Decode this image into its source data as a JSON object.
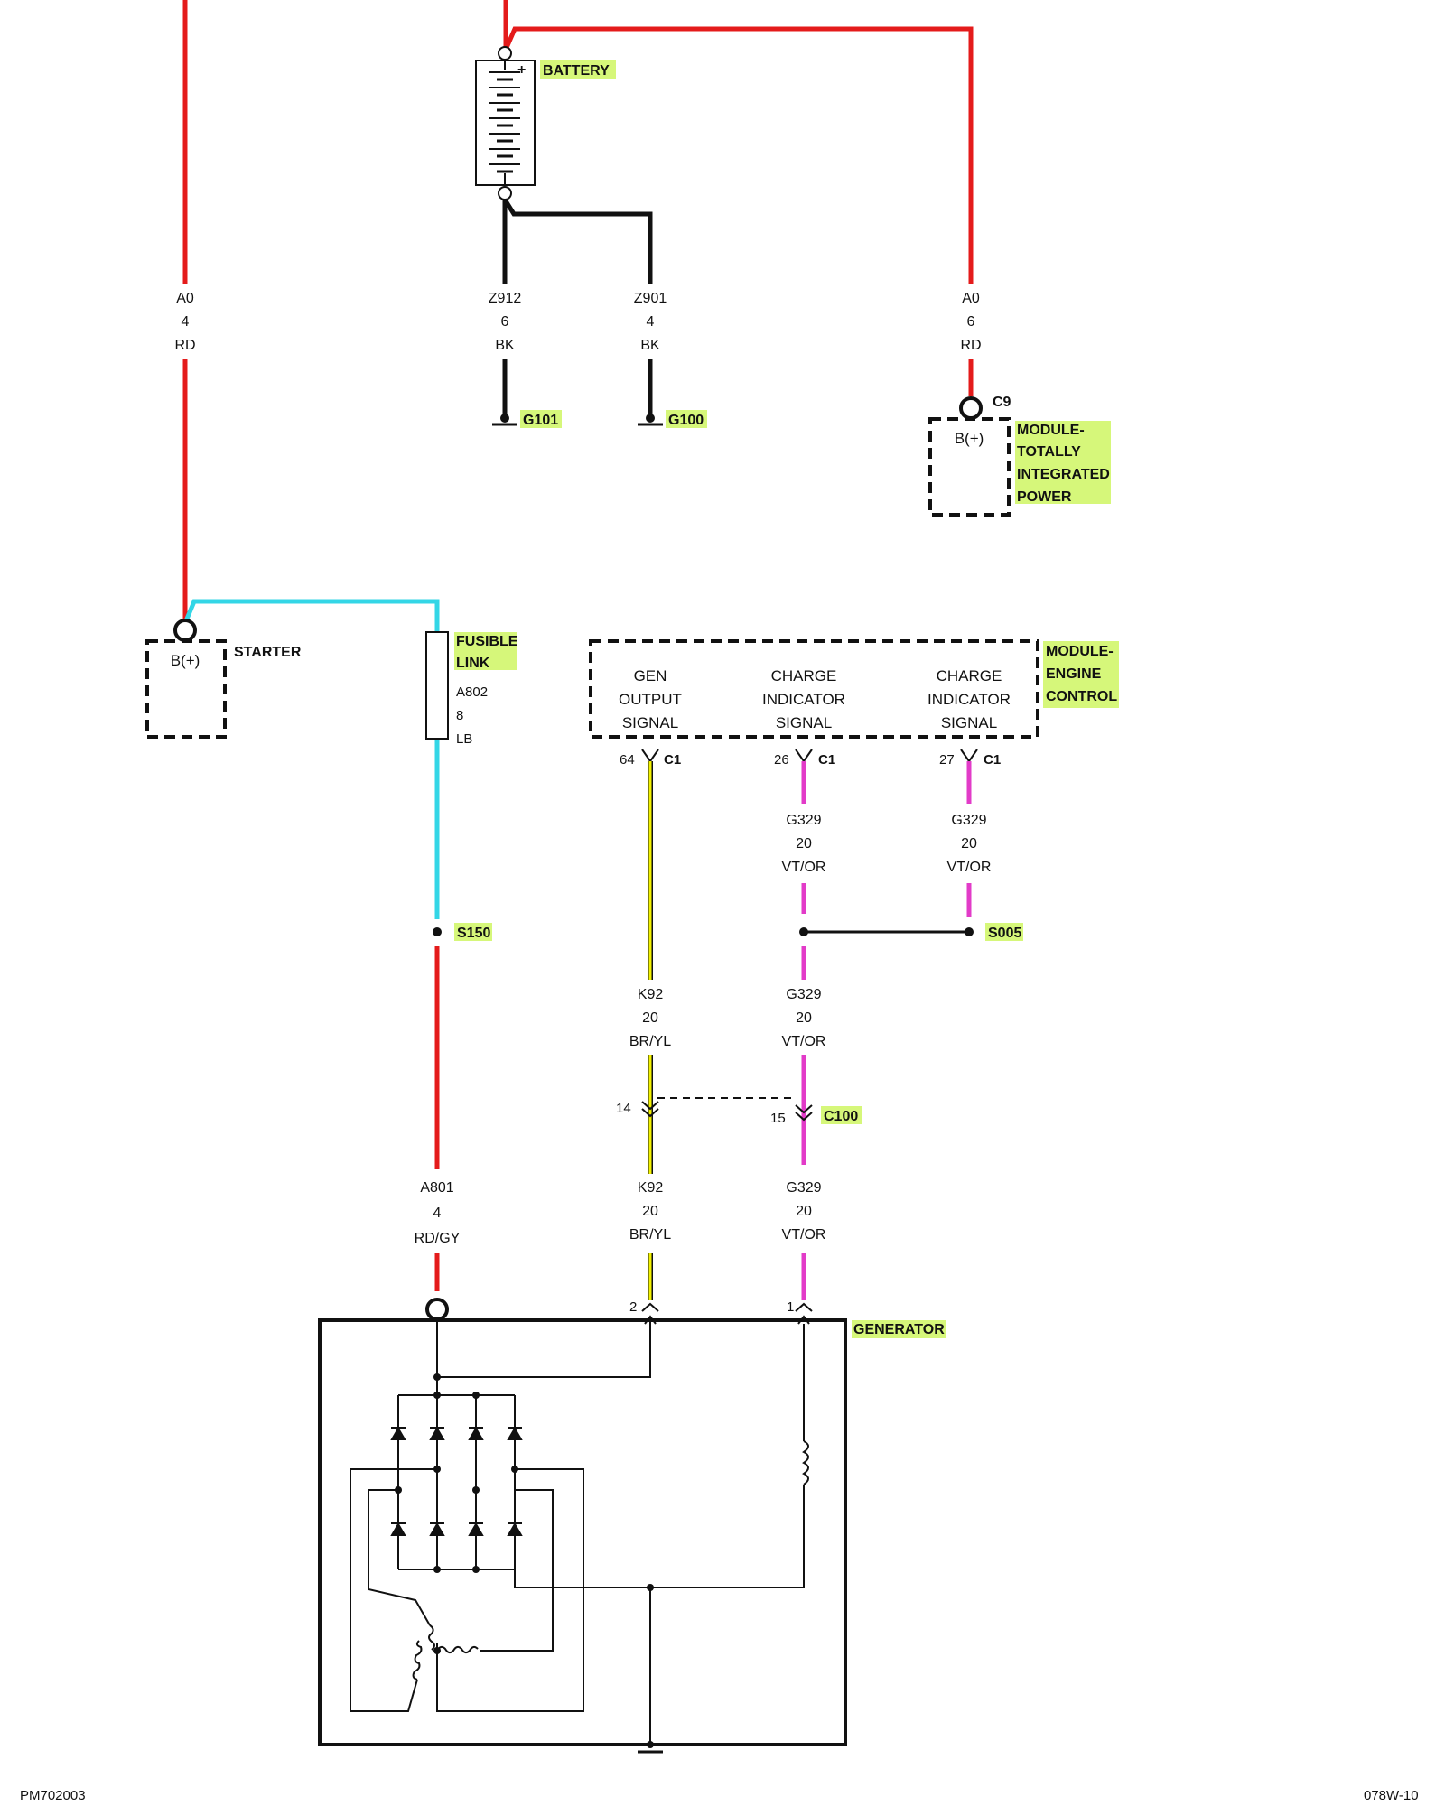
{
  "colors": {
    "red": "#e41b1b",
    "cyan": "#33d6e6",
    "black": "#111111",
    "yellow": "#f2f200",
    "magenta": "#e23bc8",
    "highlight": "#d6f77a"
  },
  "components": {
    "battery": "BATTERY",
    "battery_plus": "+",
    "starter": "STARTER",
    "starter_pin": "B(+)",
    "tipm": [
      "MODULE-",
      "TOTALLY",
      "INTEGRATED",
      "POWER"
    ],
    "tipm_connector": "C9",
    "tipm_pin": "B(+)",
    "fusible_link": [
      "FUSIBLE",
      "LINK"
    ],
    "ecm": [
      "MODULE-",
      "ENGINE",
      "CONTROL"
    ],
    "ecm_signals": [
      [
        "GEN",
        "OUTPUT",
        "SIGNAL"
      ],
      [
        "CHARGE",
        "INDICATOR",
        "SIGNAL"
      ],
      [
        "CHARGE",
        "INDICATOR",
        "SIGNAL"
      ]
    ],
    "generator": "GENERATOR"
  },
  "grounds": {
    "g101": "G101",
    "g100": "G100"
  },
  "splices": {
    "s150": "S150",
    "s005": "S005"
  },
  "connectors": {
    "c1": "C1",
    "c100": "C100"
  },
  "pins": {
    "ecm_gen": "64",
    "ecm_chg1": "26",
    "ecm_chg2": "27",
    "c100_left": "14",
    "c100_right": "15",
    "gen_left": "2",
    "gen_right": "1"
  },
  "wires": {
    "a0_left": [
      "A0",
      "4",
      "RD"
    ],
    "z912": [
      "Z912",
      "6",
      "BK"
    ],
    "z901": [
      "Z901",
      "4",
      "BK"
    ],
    "a0_right": [
      "A0",
      "6",
      "RD"
    ],
    "a802": [
      "A802",
      "8",
      "LB"
    ],
    "g329_a": [
      "G329",
      "20",
      "VT/OR"
    ],
    "g329_b": [
      "G329",
      "20",
      "VT/OR"
    ],
    "k92_a": [
      "K92",
      "20",
      "BR/YL"
    ],
    "g329_c": [
      "G329",
      "20",
      "VT/OR"
    ],
    "a801": [
      "A801",
      "4",
      "RD/GY"
    ],
    "k92_b": [
      "K92",
      "20",
      "BR/YL"
    ],
    "g329_d": [
      "G329",
      "20",
      "VT/OR"
    ]
  },
  "footer": {
    "left": "PM702003",
    "right": "078W-10"
  }
}
